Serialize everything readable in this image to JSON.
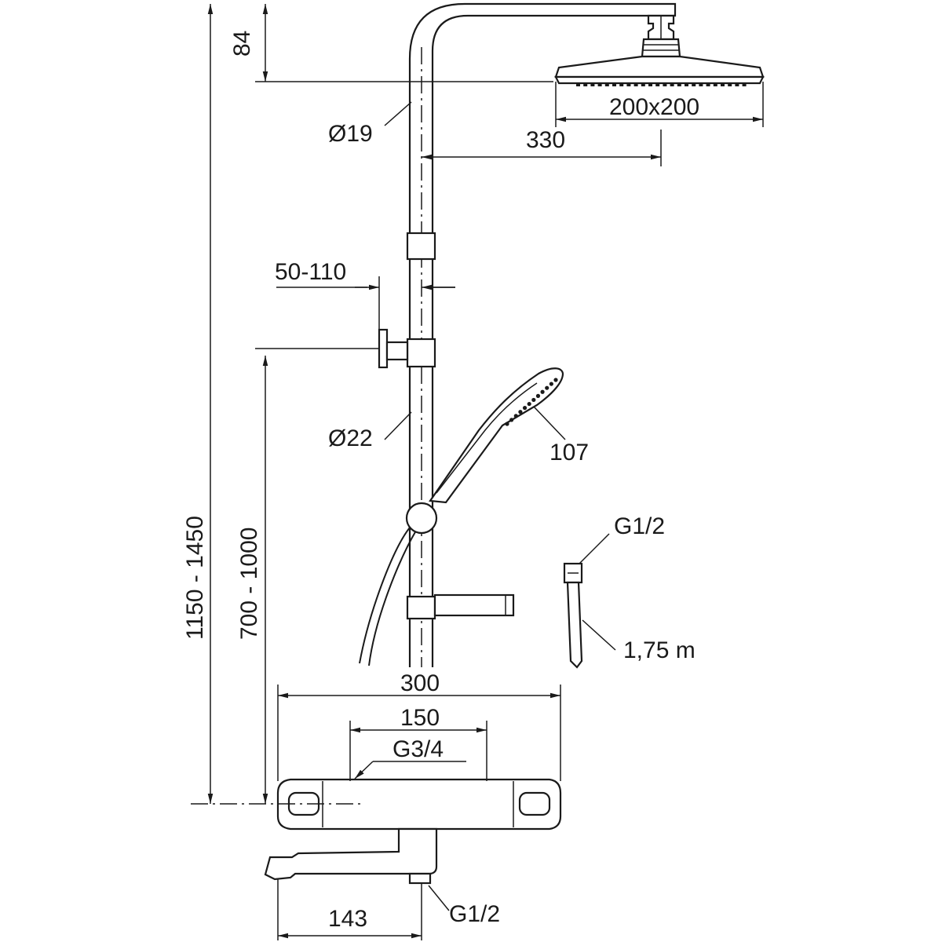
{
  "labels": {
    "dim_top_offset": "84",
    "rod_upper_diameter": "Ø19",
    "head_size": "200x200",
    "arm_reach": "330",
    "bracket_range": "50-110",
    "rod_lower_diameter": "Ø22",
    "hand_shower_size": "107",
    "hose_connection": "G1/2",
    "hose_length": "1,75 m",
    "total_height": "1150 - 1450",
    "mixer_height": "700 - 1000",
    "mixer_width": "300",
    "inlet_spacing": "150",
    "inlet_thread": "G3/4",
    "spout_reach": "143",
    "outlet_thread": "G1/2"
  }
}
